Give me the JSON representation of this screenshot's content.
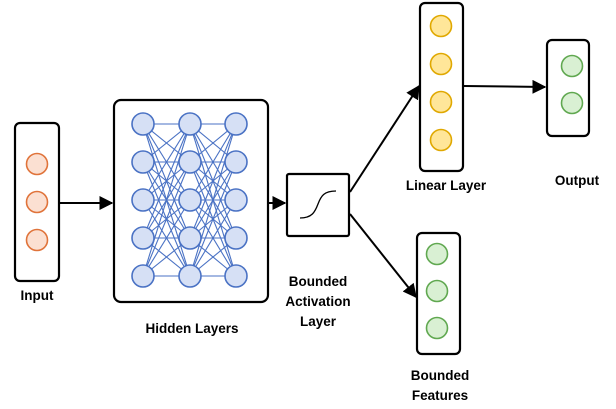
{
  "labels": {
    "input": "Input",
    "hidden": "Hidden Layers",
    "activation": [
      "Bounded",
      "Activation",
      "Layer"
    ],
    "linear": "Linear Layer",
    "output": "Output",
    "features": [
      "Bounded",
      "Features"
    ]
  },
  "colors": {
    "input_fill": "#fbe0d2",
    "input_stroke": "#e0733a",
    "hidden_fill": "#d6e0f5",
    "hidden_stroke": "#4a72c4",
    "hidden_edge": "#4a72c4",
    "linear_fill": "#ffe699",
    "linear_stroke": "#e0a800",
    "green_fill": "#d9f0d3",
    "green_stroke": "#60a850",
    "arrow": "#000000"
  },
  "layers": {
    "input_nodes": 3,
    "hidden_columns": 3,
    "hidden_nodes_per_column": 5,
    "linear_nodes": 4,
    "output_nodes": 2,
    "feature_nodes": 3
  },
  "icons": {
    "activation": "sigmoid-curve-icon"
  }
}
